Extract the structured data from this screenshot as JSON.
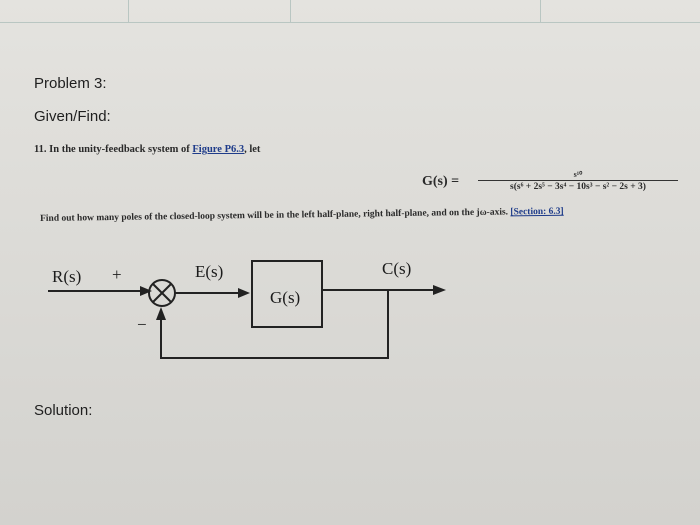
{
  "problem_title": "Problem 3:",
  "given_find": "Given/Find:",
  "question": {
    "number": "11.",
    "text_before": "In the unity-feedback system of",
    "figure_link": "Figure P6.3",
    "text_after": ", let"
  },
  "equation": {
    "lhs": "G(s) =",
    "numerator": "s¹⁰",
    "denominator": "s(s⁶ + 2s⁵ − 3s⁴ − 10s³ − s² − 2s + 3)"
  },
  "instruction": {
    "text": "Find out how many poles of the closed-loop system will be in the left half-plane, right half-plane, and on the jω-axis.",
    "section_link": "[Section: 6.3]"
  },
  "diagram": {
    "input_label": "R(s)",
    "plus_sign": "+",
    "minus_sign": "−",
    "error_label": "E(s)",
    "block_label": "G(s)",
    "output_label": "C(s)"
  },
  "solution_label": "Solution:",
  "colors": {
    "paper": "#e0dfdb",
    "ink": "#1f1f1f",
    "link": "#1f3c8a",
    "grid_line": "#b9c6c2"
  }
}
